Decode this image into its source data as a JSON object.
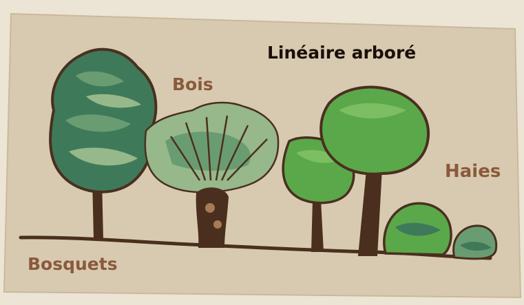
{
  "labels": {
    "lineaire": "Linéaire arboré",
    "bois": "Bois",
    "haies": "Haies",
    "bosquets": "Bosquets"
  },
  "colors": {
    "background": "#ece4d4",
    "card": "#d8cab0",
    "trunk": "#4a2f1f",
    "dark_label": "#1a0f08",
    "brown_label": "#8a5a3c",
    "foliage_dark": "#3e7a5a",
    "foliage_mid": "#6a9c72",
    "foliage_light": "#96b88a",
    "leaf_green": "#5aa84a",
    "leaf_light": "#7dbe62"
  },
  "icons": [
    "tall-tree-icon",
    "willow-icon",
    "small-tree-icon",
    "large-tree-icon",
    "shrub-icon"
  ]
}
